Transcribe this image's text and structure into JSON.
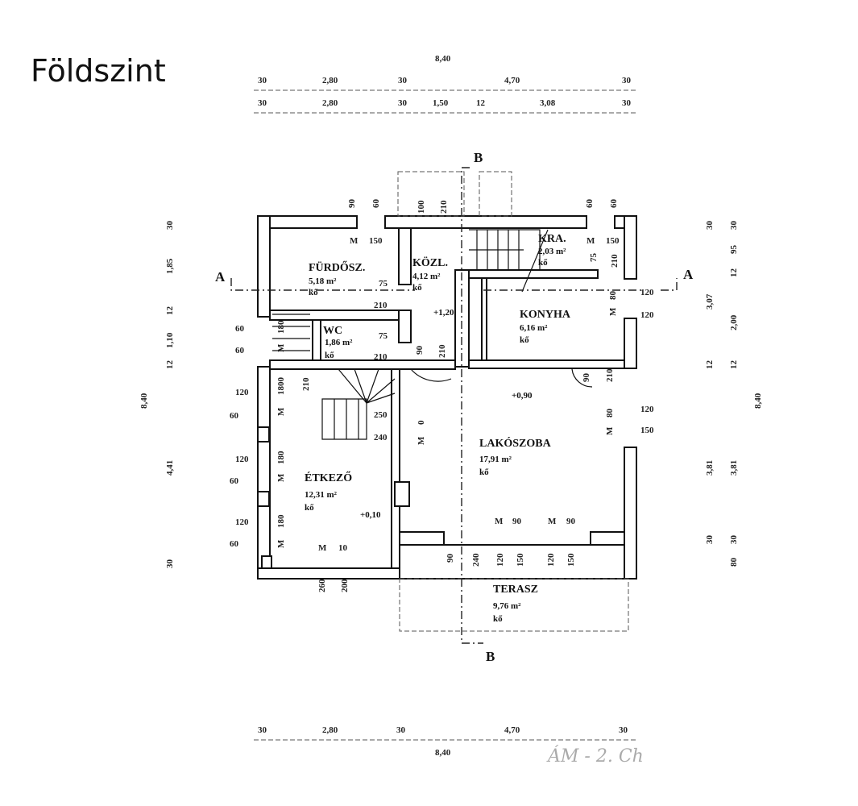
{
  "title": "Földszint",
  "top_dims": {
    "total": "8,40",
    "row1": [
      "30",
      "2,80",
      "30",
      "4,70",
      "30"
    ],
    "row2": [
      "30",
      "2,80",
      "30",
      "1,50",
      "12",
      "3,08",
      "30"
    ]
  },
  "bottom_dims": {
    "row": [
      "30",
      "2,80",
      "30",
      "4,70",
      "30"
    ],
    "total": "8,40"
  },
  "left_dims": {
    "col": [
      "30",
      "1,85",
      "12",
      "1,10",
      "12",
      "4,41",
      "30"
    ],
    "total": "8,40"
  },
  "right_dims": {
    "col1": [
      "30",
      "3,07",
      "12",
      "3,81",
      "30"
    ],
    "col2": [
      "30",
      "95",
      "12",
      "2,00",
      "12",
      "3,81",
      "30",
      "80"
    ],
    "total": "8,40"
  },
  "sections": {
    "a_left": "A",
    "a_right": "A",
    "b_top": "B",
    "b_bottom": "B"
  },
  "rooms": [
    {
      "name": "FÜRDŐSZ.",
      "area": "5,18 m²",
      "floor": "kő"
    },
    {
      "name": "KÖZL.",
      "area": "4,12 m²",
      "floor": "kő"
    },
    {
      "name": "KRA.",
      "area": "2,03 m²",
      "floor": "kő"
    },
    {
      "name": "KONYHA",
      "area": "6,16 m²",
      "floor": "kő"
    },
    {
      "name": "WC",
      "area": "1,86 m²",
      "floor": "kő"
    },
    {
      "name": "ÉTKEZŐ",
      "area": "12,31 m²",
      "floor": "kő"
    },
    {
      "name": "LAKÓSZOBA",
      "area": "17,91 m²",
      "floor": "kő"
    },
    {
      "name": "TERASZ",
      "area": "9,76 m²",
      "floor": "kő"
    }
  ],
  "levels": [
    "+1,20",
    "+0,90",
    "+0,10"
  ],
  "opening_dims": [
    "90",
    "60",
    "M",
    "150",
    "100",
    "210",
    "60",
    "60",
    "M",
    "150",
    "75",
    "210",
    "75",
    "210",
    "75",
    "210",
    "90",
    "210",
    "80",
    "120",
    "M",
    "120",
    "60",
    "60",
    "180",
    "M",
    "1800",
    "210",
    "120",
    "60",
    "M",
    "250",
    "240",
    "M",
    "0",
    "90",
    "210",
    "80",
    "120",
    "M",
    "150",
    "120",
    "60",
    "180",
    "M",
    "120",
    "60",
    "180",
    "M",
    "M",
    "10",
    "M",
    "90",
    "M",
    "90",
    "90",
    "240",
    "120",
    "150",
    "120",
    "150",
    "260",
    "200"
  ],
  "signature": "ÁM - 2. Ch"
}
